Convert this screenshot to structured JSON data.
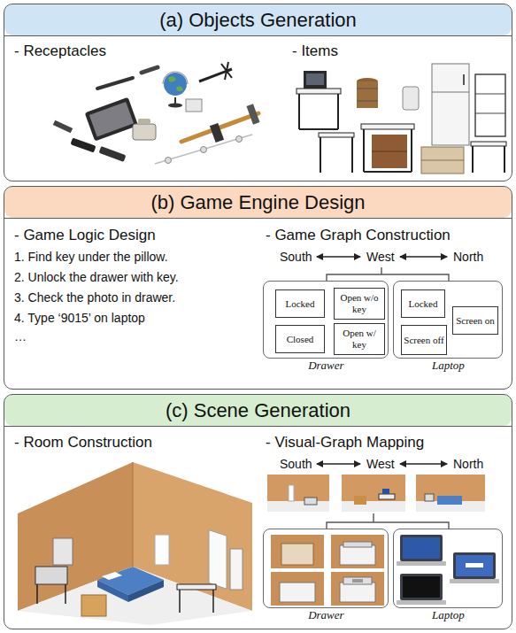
{
  "diagram": {
    "nodes": [
      {
        "text": [
          "(a) Objects Generation"
        ]
      },
      {
        "text": [
          "(b) Game Engine Design"
        ]
      },
      {
        "text": [
          "Drawer"
        ],
        "in": 1
      },
      {
        "text": [
          "Locked"
        ],
        "in": 2
      },
      {
        "text": [
          "Open w/o key"
        ],
        "in": 2
      },
      {
        "text": [
          "Closed"
        ],
        "in": 2
      },
      {
        "text": [
          "Open w/ key"
        ],
        "in": 2
      },
      {
        "text": [
          "Laptop"
        ],
        "in": 1
      },
      {
        "text": [
          "Locked"
        ],
        "in": 7
      },
      {
        "text": [
          "Screen on"
        ],
        "in": 7
      },
      {
        "text": [
          "Screen off"
        ],
        "in": 7
      },
      {
        "text": [
          "(c) Scene Generation"
        ]
      },
      {
        "text": [
          "Drawer"
        ],
        "in": 11
      },
      {
        "text": [
          "Laptop"
        ],
        "in": 11
      }
    ],
    "labels": [
      "- Receptacles",
      "- Items",
      "- Game Logic Design",
      "- Game Graph Construction",
      "1. Find key under the pillow.",
      "2. Unlock the drawer with key.",
      "3. Check the photo in drawer.",
      "4. Type ‘9015’ on laptop",
      "…",
      "South",
      "West",
      "North",
      "- Room Construction",
      "- Visual-Graph Mapping",
      "South",
      "West",
      "North"
    ]
  }
}
